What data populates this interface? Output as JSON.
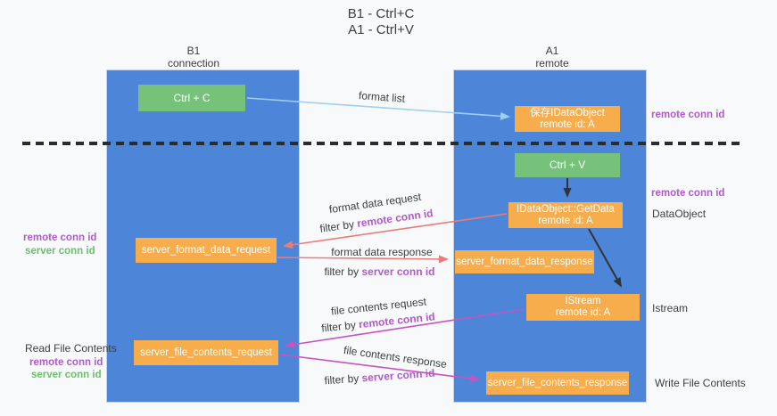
{
  "title": {
    "line1": "B1 - Ctrl+C",
    "line2": "A1 - Ctrl+V"
  },
  "lanes": {
    "left": {
      "line1": "B1",
      "line2": "connection"
    },
    "right": {
      "line1": "A1",
      "line2": "remote"
    }
  },
  "nodes": {
    "ctrl_c": {
      "label": "Ctrl + C"
    },
    "ctrl_v": {
      "label": "Ctrl + V"
    },
    "save_idataobject": {
      "line1": "保存IDataObject",
      "line2": "remote id: A"
    },
    "idataobject_getdata": {
      "line1": "IDataObject::GetData",
      "line2": "remote id: A"
    },
    "istream": {
      "line1": "IStream",
      "line2": "remote id: A"
    },
    "server_format_data_request": {
      "label": "server_format_data_request"
    },
    "server_format_data_response": {
      "label": "server_format_data_response"
    },
    "server_file_contents_request": {
      "label": "server_file_contents_request"
    },
    "server_file_contents_response": {
      "label": "server_file_contents_response"
    }
  },
  "arrow_labels": {
    "format_list": "format list",
    "format_data_request": "format data request",
    "format_data_response": "format data response",
    "file_contents_request": "file contents request",
    "file_contents_response": "file contents response",
    "filter_by_remote_1": {
      "prefix": "filter by ",
      "highlight": "remote conn id"
    },
    "filter_by_server_1": {
      "prefix": "filter by ",
      "highlight": "server conn id"
    },
    "filter_by_remote_2": {
      "prefix": "filter by ",
      "highlight": "remote conn id"
    },
    "filter_by_server_2": {
      "prefix": "filter by ",
      "highlight": "server conn id"
    }
  },
  "side_notes": {
    "right_remote_conn_id_top": "remote conn id",
    "right_remote_conn_id_mid": "remote conn id",
    "dataobject": "DataObject",
    "istream": "Istream",
    "write_file_contents": "Write File Contents",
    "left_remote_conn_id_top": "remote conn id",
    "left_server_conn_id_top": "server conn id",
    "read_file_contents": "Read File Contents",
    "left_remote_conn_id_bottom": "remote conn id",
    "left_server_conn_id_bottom": "server conn id"
  },
  "colors": {
    "background": "#f8f9fa",
    "lane": "#4d86d8",
    "node_orange": "#f8ad4d",
    "node_green": "#77c27b",
    "arrow_lightblue": "#9ecff0",
    "arrow_black": "#333333",
    "arrow_salmon": "#ea7c7a",
    "arrow_magenta": "#c753c0",
    "text_purple": "#af5bc8",
    "text_green": "#6cbf6c",
    "text_dark": "#3c4043"
  }
}
